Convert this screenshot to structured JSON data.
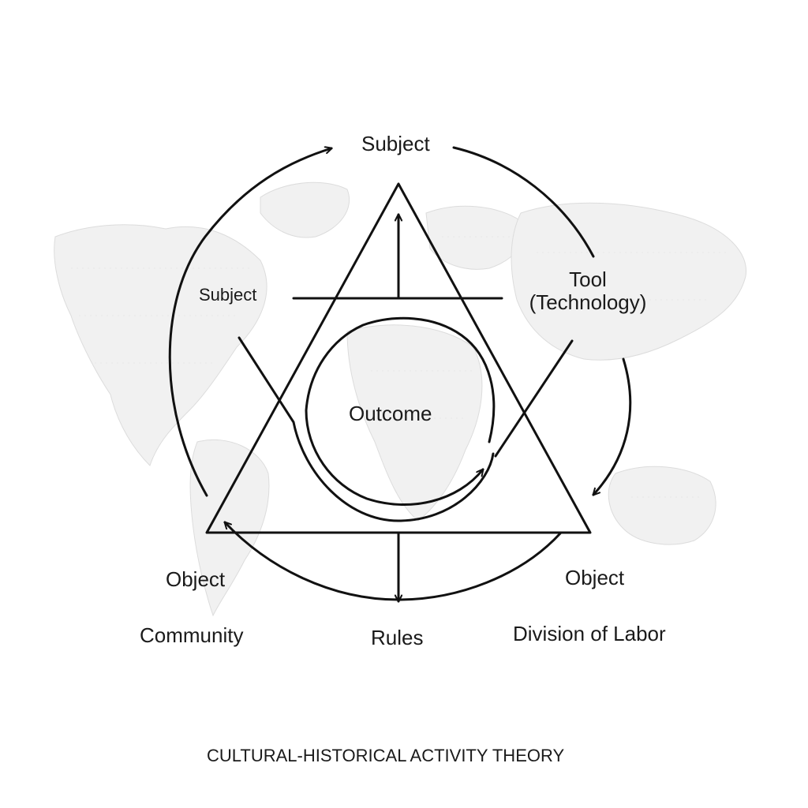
{
  "labels": {
    "subject_top": "Subject",
    "subject_left": "Subject",
    "tool_line1": "Tool",
    "tool_line2": "(Technology)",
    "outcome": "Outcome",
    "object_left": "Object",
    "object_right": "Object",
    "community": "Community",
    "rules": "Rules",
    "division_of_labor": "Division of Labor"
  },
  "title": "CULTURAL-HISTORICAL ACTIVITY THEORY",
  "colors": {
    "ink": "#111111",
    "background": "#ffffff",
    "map_fill": "#f1f1f1"
  },
  "background_motif": "faint world map"
}
